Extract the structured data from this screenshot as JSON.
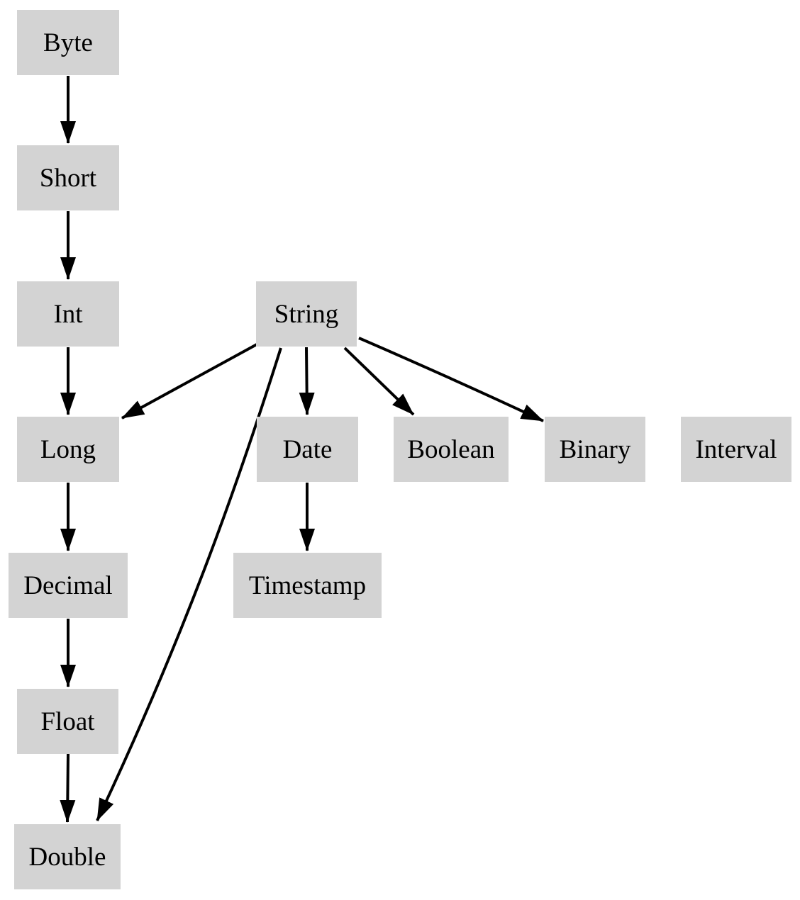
{
  "diagram": {
    "type": "directed-graph",
    "background_color": "#ffffff",
    "node_fill_color": "#d3d3d3",
    "text_color": "#000000",
    "edge_color": "#000000",
    "nodes": [
      {
        "id": "byte",
        "label": "Byte"
      },
      {
        "id": "short",
        "label": "Short"
      },
      {
        "id": "int",
        "label": "Int"
      },
      {
        "id": "string",
        "label": "String"
      },
      {
        "id": "long",
        "label": "Long"
      },
      {
        "id": "date",
        "label": "Date"
      },
      {
        "id": "boolean",
        "label": "Boolean"
      },
      {
        "id": "binary",
        "label": "Binary"
      },
      {
        "id": "interval",
        "label": "Interval"
      },
      {
        "id": "decimal",
        "label": "Decimal"
      },
      {
        "id": "timestamp",
        "label": "Timestamp"
      },
      {
        "id": "float",
        "label": "Float"
      },
      {
        "id": "double",
        "label": "Double"
      }
    ],
    "edges": [
      {
        "from": "Byte",
        "to": "Short"
      },
      {
        "from": "Short",
        "to": "Int"
      },
      {
        "from": "Int",
        "to": "Long"
      },
      {
        "from": "String",
        "to": "Long"
      },
      {
        "from": "String",
        "to": "Date"
      },
      {
        "from": "String",
        "to": "Boolean"
      },
      {
        "from": "String",
        "to": "Binary"
      },
      {
        "from": "String",
        "to": "Double"
      },
      {
        "from": "Long",
        "to": "Decimal"
      },
      {
        "from": "Date",
        "to": "Timestamp"
      },
      {
        "from": "Decimal",
        "to": "Float"
      },
      {
        "from": "Float",
        "to": "Double"
      }
    ]
  }
}
